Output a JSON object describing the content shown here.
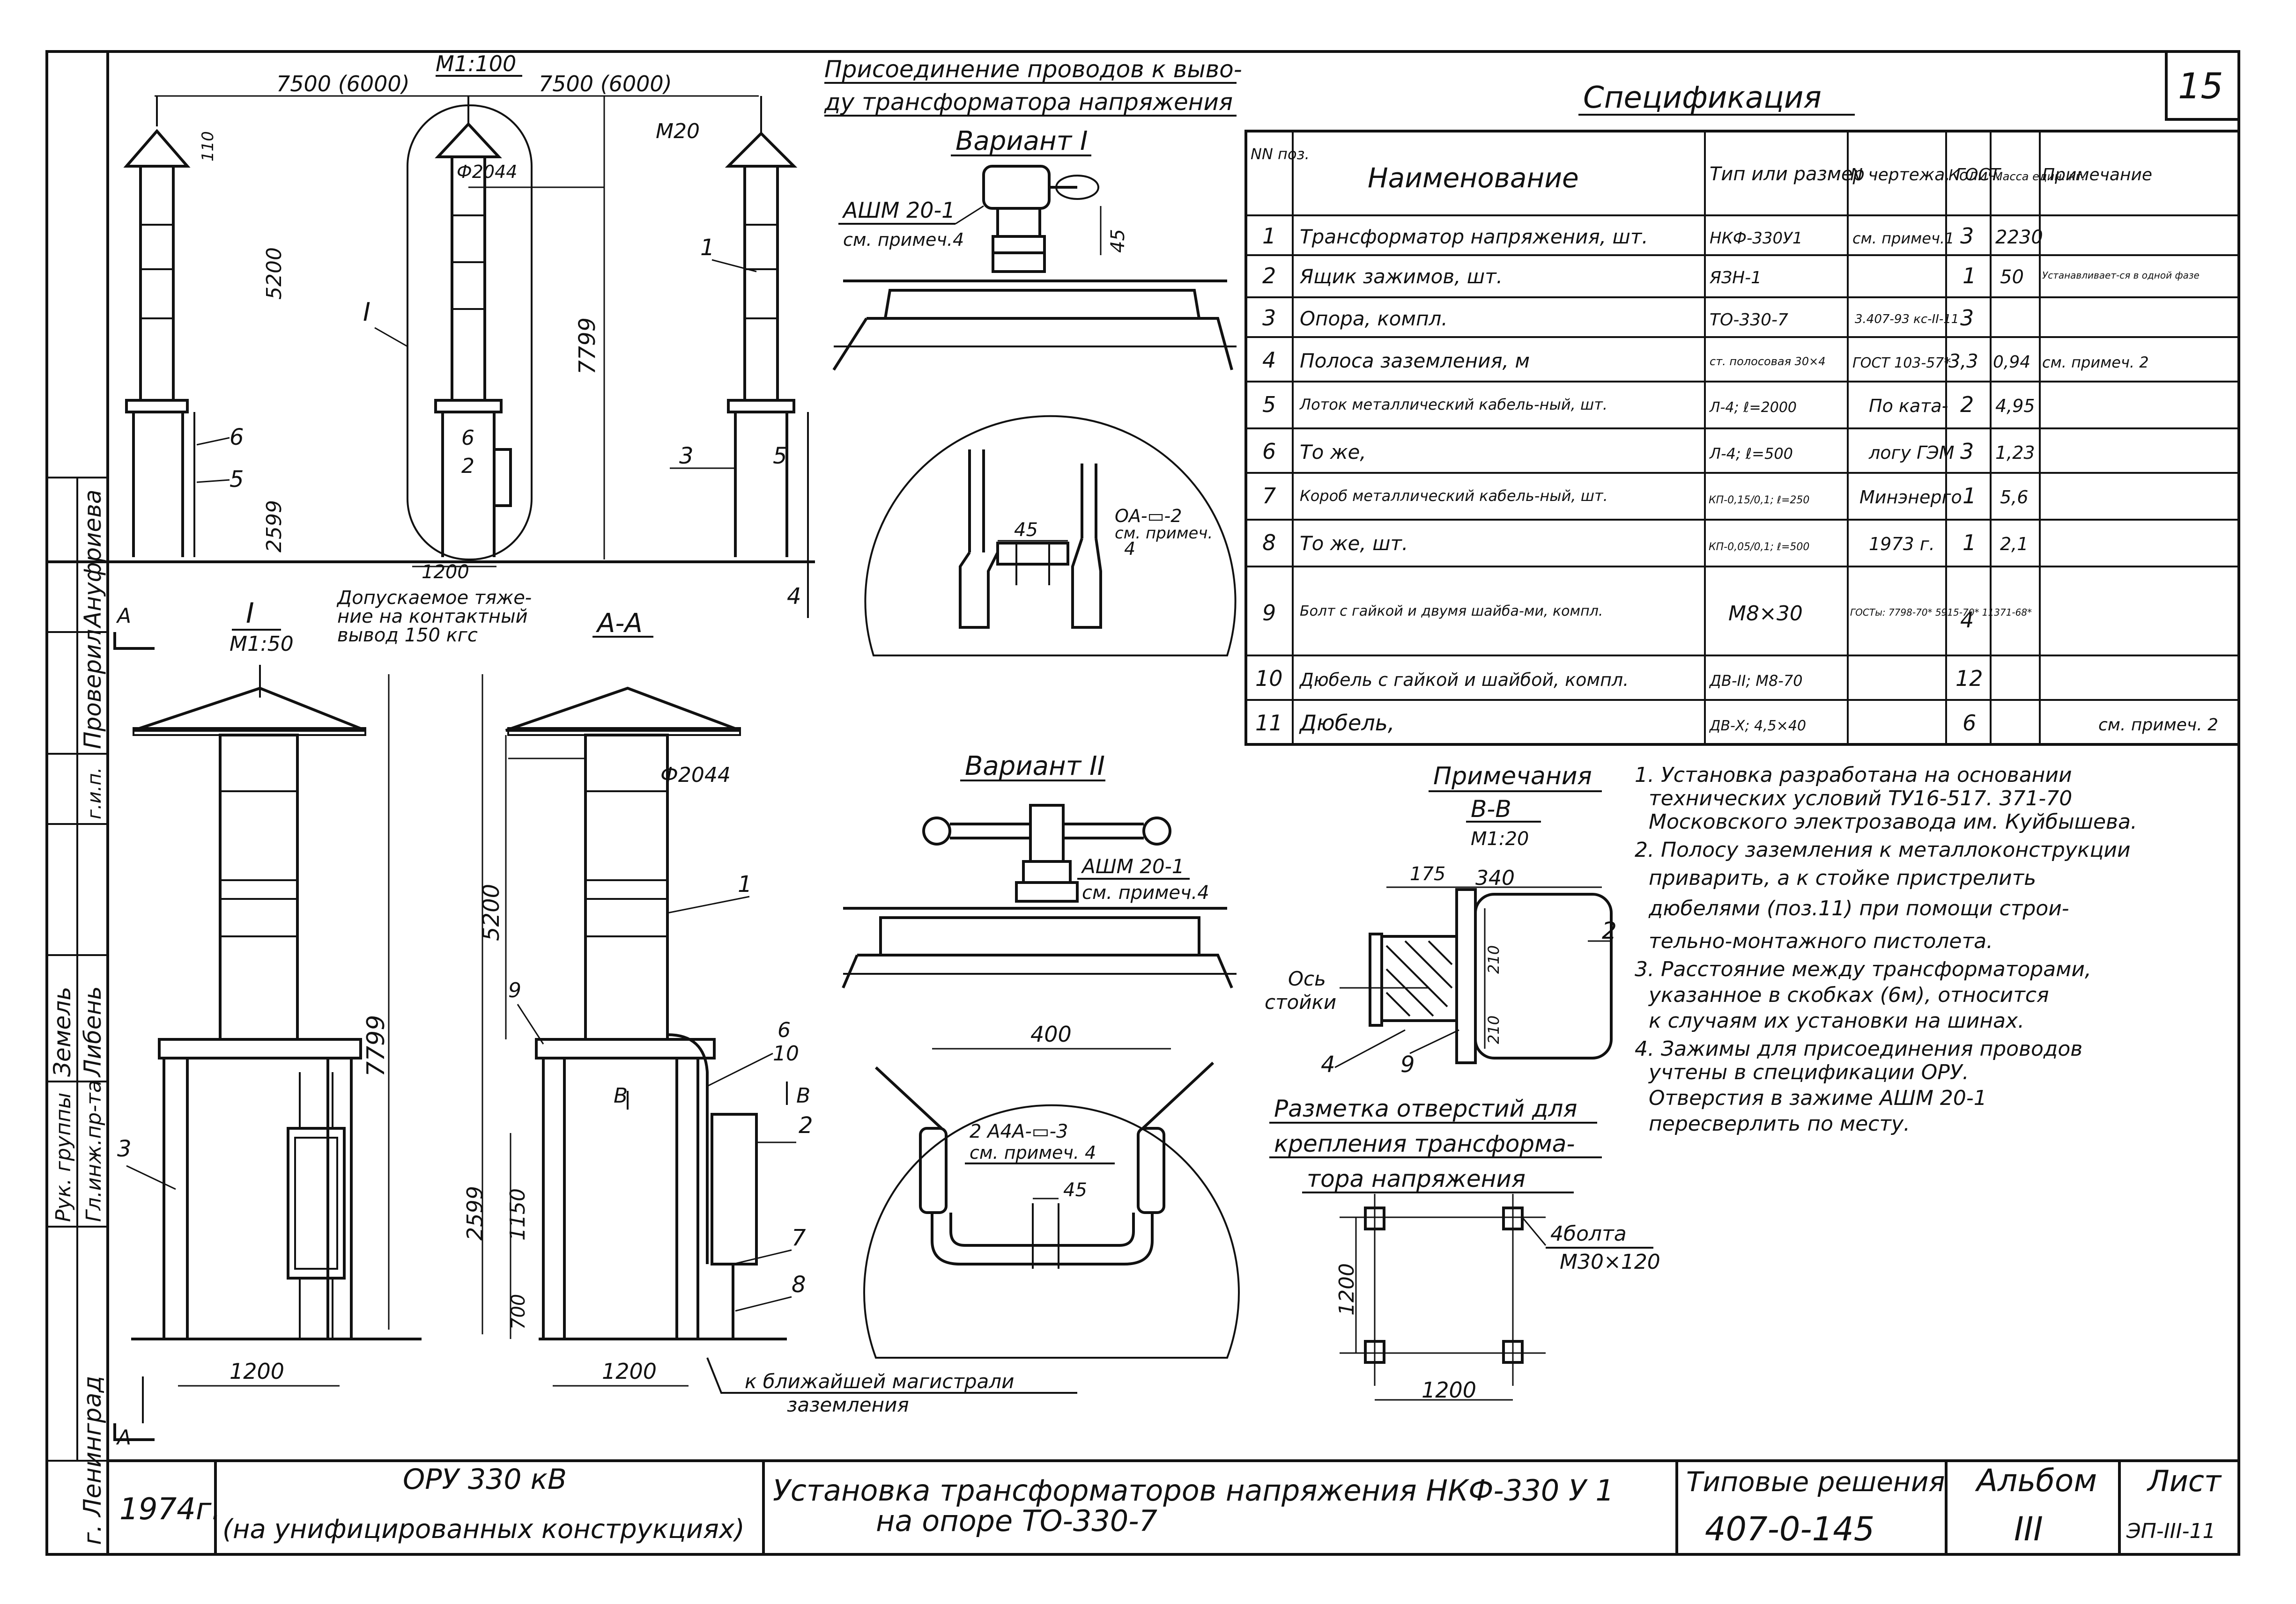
{
  "sheet_number": "15",
  "side_stamps": [
    "Гл.инж.пр-та",
    "Рук. группы",
    "Либень",
    "Земель",
    "г.и.п.",
    "Проверил",
    "Ануфриева",
    "г. Ленинград"
  ],
  "top_title": {
    "line1": "Присоединение проводов к выво-",
    "line2": "ду трансформатора напряжения"
  },
  "variant1": {
    "title": "Вариант I",
    "clamp_label": "АШМ 20-1",
    "clamp_note": "см. примеч.4",
    "dim_45": "45",
    "lug_label": "ОА-▭-2",
    "lug_note": "см. примеч.",
    "lug_pos": "4",
    "dim_45b": "45"
  },
  "variant2": {
    "title": "Вариант II",
    "clamp_label": "АШМ 20-1",
    "clamp_note": "см. примеч.4",
    "dim_400": "400",
    "lug_label": "2 А4А-▭-3",
    "lug_note": "см. примеч. 4",
    "dim_45": "45"
  },
  "plan_view": {
    "scale": "М1:100",
    "dim_left": "7500 (6000)",
    "dim_right": "7500 (6000)",
    "bolt": "М20",
    "dim_110": "110",
    "dim_5200": "5200",
    "dim_2599": "2599",
    "dim_7799": "7799",
    "dim_phi": "Ф2044",
    "dim_1200": "1200",
    "detail_mark": "I",
    "callouts": [
      "1",
      "3",
      "5",
      "6",
      "5",
      "6",
      "2",
      "4"
    ],
    "load_note_l1": "Допускаемое тяже-",
    "load_note_l2": "ние на контактный",
    "load_note_l3": "вывод 150 кгс",
    "section_a": "А"
  },
  "detail_view": {
    "mark": "I",
    "scale": "М1:50",
    "dim_1200": "1200"
  },
  "section_view": {
    "title": "А-А",
    "dim_phi": "Ф2044",
    "dim_5200": "5200",
    "dim_7799": "7799",
    "dim_2599": "2599",
    "dim_1150": "1150",
    "dim_700": "700",
    "dim_1200": "1200",
    "callouts": [
      "1",
      "9",
      "6",
      "10",
      "2",
      "7",
      "8",
      "3"
    ],
    "section_b": "В",
    "ground_l1": "к ближайшей магистрали",
    "ground_l2": "заземления"
  },
  "section_bb": {
    "heading": "Примечания",
    "title": "В-В",
    "scale": "М1:20",
    "dim_175": "175",
    "dim_340": "340",
    "dim_210a": "210",
    "dim_210b": "210",
    "axis_l1": "Ось",
    "axis_l2": "стойки",
    "callouts": [
      "2",
      "4",
      "9"
    ]
  },
  "hole_layout": {
    "title_l1": "Разметка отверстий для",
    "title_l2": "крепления трансформа-",
    "title_l3": "тора напряжения",
    "bolts_l1": "4болта",
    "bolts_l2": "М30×120",
    "dim_v": "1200",
    "dim_h": "1200"
  },
  "specification": {
    "title": "Спецификация",
    "headers": [
      "NN поз.",
      "Наименование",
      "Тип или размер",
      "N чертежа, ГОСТ",
      "Колич.",
      "Масса един. кг.",
      "Примечание"
    ],
    "rows": [
      [
        "1",
        "Трансформатор напряжения, шт.",
        "НКФ-330У1",
        "см. примеч.1",
        "3",
        "2230",
        ""
      ],
      [
        "2",
        "Ящик зажимов, шт.",
        "ЯЗН-1",
        "",
        "1",
        "50",
        "Устанавливает-ся в одной фазе"
      ],
      [
        "3",
        "Опора, компл.",
        "ТО-330-7",
        "3.407-93 кс-II-11",
        "3",
        "",
        ""
      ],
      [
        "4",
        "Полоса заземления, м",
        "ст. полосовая 30×4",
        "ГОСТ 103-57*",
        "3,3",
        "0,94",
        "см. примеч. 2"
      ],
      [
        "5",
        "Лоток металлический кабель-ный, шт.",
        "Л-4; ℓ=2000",
        "По ката-",
        "2",
        "4,95",
        ""
      ],
      [
        "6",
        "То же,",
        "Л-4; ℓ=500",
        "логу ГЭМ",
        "3",
        "1,23",
        ""
      ],
      [
        "7",
        "Короб металлический кабель-ный, шт.",
        "КП-0,15/0,1; ℓ=250",
        "Минэнерго",
        "1",
        "5,6",
        ""
      ],
      [
        "8",
        "То же, шт.",
        "КП-0,05/0,1; ℓ=500",
        "1973 г.",
        "1",
        "2,1",
        ""
      ],
      [
        "9",
        "Болт с гайкой и двумя шайба-ми, компл.",
        "М8×30",
        "ГОСТы: 7798-70* 5915-70* 11371-68*",
        "4",
        "",
        ""
      ],
      [
        "10",
        "Дюбель с гайкой и шайбой, компл.",
        "ДВ-II; М8-70",
        "",
        "12",
        "",
        ""
      ],
      [
        "11",
        "Дюбель,",
        "ДВ-X; 4,5×40",
        "",
        "6",
        "",
        "см. примеч. 2"
      ]
    ]
  },
  "notes": [
    "1. Установка разработана на основании технических условий ТУ16-517. 371-70 Московского электрозавода им. Куйбышева.",
    "2. Полосу заземления к металлоконструкции приварить, а к стойке пристрелить дюбелями (поз.11) при помощи строи-тельно-монтажного пистолета.",
    "3. Расстояние между трансформаторами, указанное в скобках (6м), относится к случаям их установки на шинах.",
    "4. Зажимы для присоединения проводов учтены в спецификации ОРУ. Отверстия в зажиме АШМ 20-1 пересверлить по месту."
  ],
  "title_block": {
    "year": "1974г.",
    "project_l1": "ОРУ 330 кВ",
    "project_l2": "(на унифицированных конструкциях)",
    "drawing_l1": "Установка трансформаторов напряжения НКФ-330 У 1",
    "drawing_l2": "на опоре ТО-330-7",
    "series_label": "Типовые решения",
    "series_value": "407-0-145",
    "album_label": "Альбом",
    "album_value": "III",
    "sheet_label": "Лист",
    "sheet_value": "ЭП-III-11"
  }
}
